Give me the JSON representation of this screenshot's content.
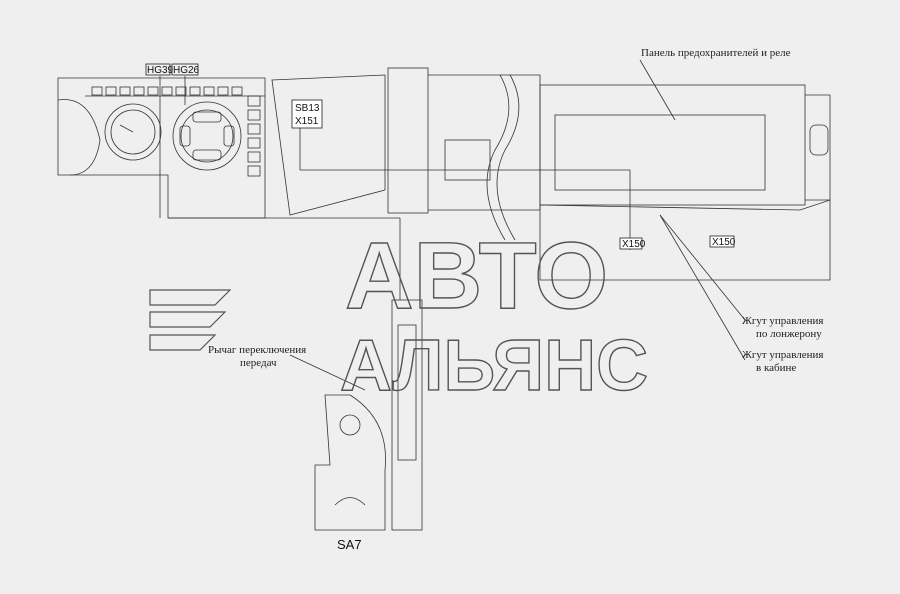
{
  "labels": {
    "fuse_panel": "Панель предохранителей и реле",
    "hg39": "HG39",
    "hg26": "HG26",
    "sb13": "SB13",
    "x151": "X151",
    "x150a": "X150",
    "x150b": "X150",
    "harness_cab_1": "Жгут управления",
    "harness_cab_2": "в кабине",
    "harness_sp_1": "Жгут управления",
    "harness_sp_2": "по лонжерону",
    "gear_lever_1": "Рычаг переключения",
    "gear_lever_2": "передач",
    "sa7": "SA7"
  },
  "watermark": {
    "line1": "АВТО",
    "line2": "АЛЬЯНС"
  },
  "colors": {
    "background": "#efefef",
    "line": "#333333",
    "watermark": "#555555"
  }
}
